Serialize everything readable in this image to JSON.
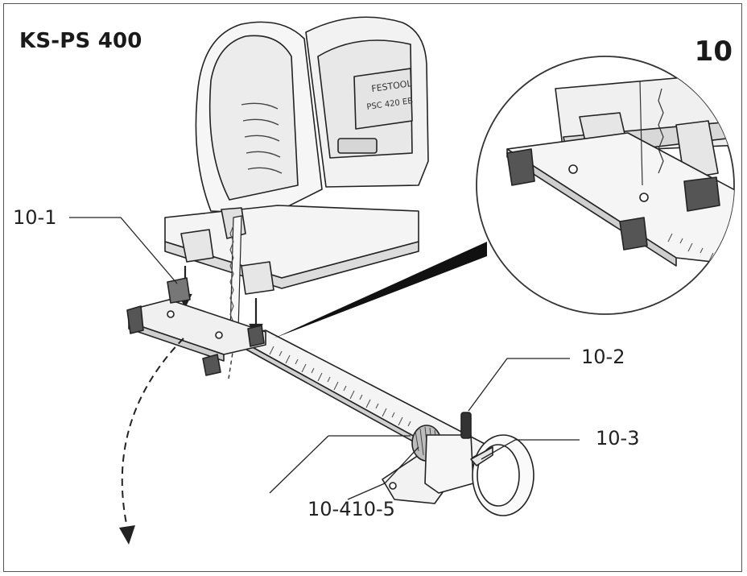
{
  "header": {
    "model": "KS-PS 400",
    "figure_number": "10"
  },
  "tool": {
    "brand": "FESTOOL",
    "model_text": "PSC 420 EB"
  },
  "callouts": {
    "c1": "10-1",
    "c2": "10-2",
    "c3": "10-3",
    "c45": "10-410-5"
  },
  "colors": {
    "line": "#222222",
    "light_fill": "#f4f4f4",
    "shade": "#d6d6d6",
    "dark": "#555555"
  }
}
